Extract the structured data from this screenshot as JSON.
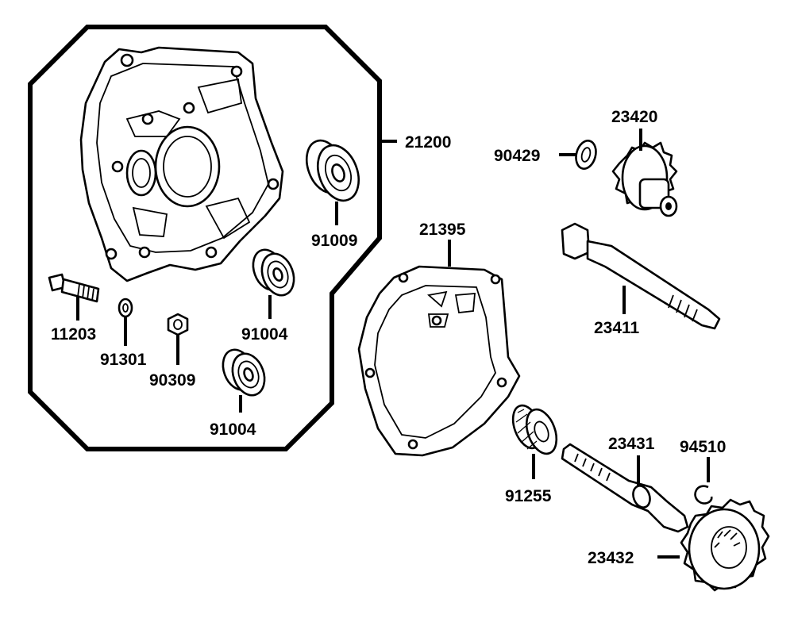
{
  "labels": {
    "l21200": "21200",
    "l91009": "91009",
    "l11203": "11203",
    "l91301": "91301",
    "l90309": "90309",
    "l91004a": "91004",
    "l91004b": "91004",
    "l21395": "21395",
    "l90429": "90429",
    "l23420": "23420",
    "l23411": "23411",
    "l91255": "91255",
    "l23431": "23431",
    "l94510": "94510",
    "l23432": "23432"
  }
}
